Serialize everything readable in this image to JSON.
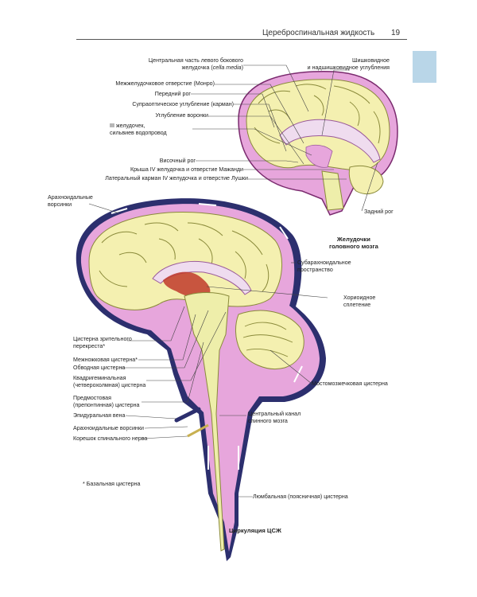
{
  "header": {
    "title": "Цереброспинальная жидкость",
    "page_number": "19"
  },
  "labels": {
    "cella_media_1": "Центральная часть левого бокового",
    "cella_media_2": "желудочка (",
    "cella_media_3": "cella media",
    "cella_media_4": ")",
    "monro": "Межжелудочковое отверстие (Монро)",
    "anterior_horn": "Передний рог",
    "supraoptic": "Супраоптическое углубление (карман)",
    "infundibulum": "Углубление воронки",
    "third_ventricle_1": "III желудочек,",
    "third_ventricle_2": "сильвиев водопровод",
    "temporal_horn": "Височный рог",
    "magendie": "Крыша IV желудочка и отверстие Мажанди",
    "luschka": "Латеральный карман IV желудочка и отверстие Лушки",
    "arachnoid_villi_top_1": "Арахноидальные",
    "arachnoid_villi_top_2": "ворсинки",
    "pineal_1": "Шишковидное",
    "pineal_2": "и надшишковидное углубления",
    "posterior_horn": "Задний рог",
    "ventricles_caption_1": "Желудочки",
    "ventricles_caption_2": "головного мозга",
    "subarachnoid_1": "Субарахноидальное",
    "subarachnoid_2": "пространство",
    "choroid_1": "Хориоидное",
    "choroid_2": "сплетение",
    "chiasm_cistern_1": "Цистерна зрительного",
    "chiasm_cistern_2": "перекреста*",
    "interpeduncular": "Межножковая цистерна*",
    "ambient": "Обводная цистерна",
    "quadrigeminal_1": "Квадригеминальная",
    "quadrigeminal_2": "(четверохолмная) цистерна",
    "prepontine_1": "Предмостовая",
    "prepontine_2": "(препонтинная) цистерна",
    "epidural_vein": "Эпидуральная вена",
    "arachnoid_villi_bottom": "Арахноидальные ворсинки",
    "spinal_root": "Корешок спинального нерва",
    "cerebellopontine": "Мостомозжечковая цистерна",
    "central_canal_1": "Центральный канал",
    "central_canal_2": "спинного мозга",
    "basal_note": "* Базальная цистерна",
    "lumbar": "Люмбальная (поясничная) цистерна",
    "circulation_caption": "Циркуляция ЦСЖ"
  },
  "colors": {
    "brain": "#f4f0b0",
    "gyrus_outline": "#8a8a3a",
    "csf": "#e7a6dc",
    "ventricle": "#efdcef",
    "dura": "#2c2f6e",
    "cord": "#eeeeaa",
    "choroid": "#c0392b",
    "tab": "#b9d6e8"
  }
}
